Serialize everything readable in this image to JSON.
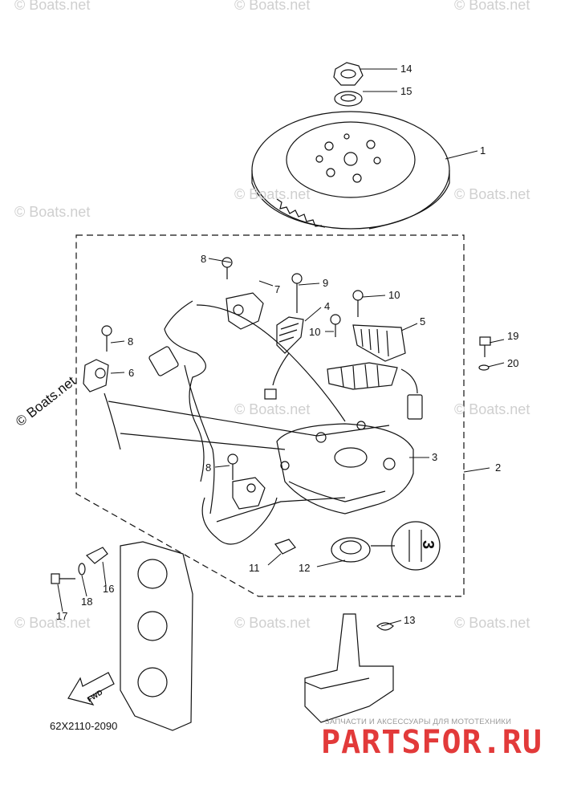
{
  "watermark": "© Boats.net",
  "diagram_code": "62X2110-2090",
  "fwd_label": "FWD",
  "detail_mark": "3",
  "brand": {
    "subtitle": "ЗАПЧАСТИ И АКСЕССУАРЫ ДЛЯ МОТОТЕХНИКИ",
    "name": "PARTSFOR.RU",
    "color": "#e23a3a"
  },
  "callouts": [
    "1",
    "2",
    "3",
    "4",
    "5",
    "6",
    "7",
    "8",
    "8",
    "8",
    "9",
    "10",
    "10",
    "11",
    "12",
    "13",
    "14",
    "15",
    "16",
    "17",
    "18",
    "19",
    "20"
  ]
}
